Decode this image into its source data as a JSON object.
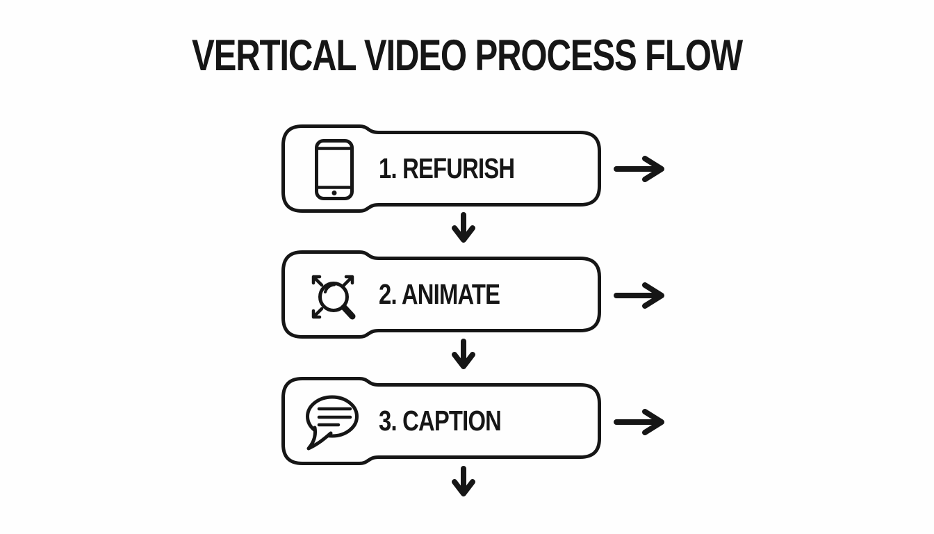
{
  "page": {
    "title": "VERTICAL VIDEO PROCESS FLOW"
  },
  "colors": {
    "ink": "#161616",
    "background": "#fefefe"
  },
  "steps": [
    {
      "label": "1. REFURISH",
      "icon": "smartphone-icon"
    },
    {
      "label": "2. ANIMATE",
      "icon": "zoom-expand-icon"
    },
    {
      "label": "3. CAPTION",
      "icon": "speech-bubble-icon"
    }
  ],
  "connectors": {
    "right_arrow_count": 3,
    "down_arrow_count": 3,
    "right_arrow": "arrow-right-icon",
    "down_arrow": "arrow-down-icon"
  }
}
